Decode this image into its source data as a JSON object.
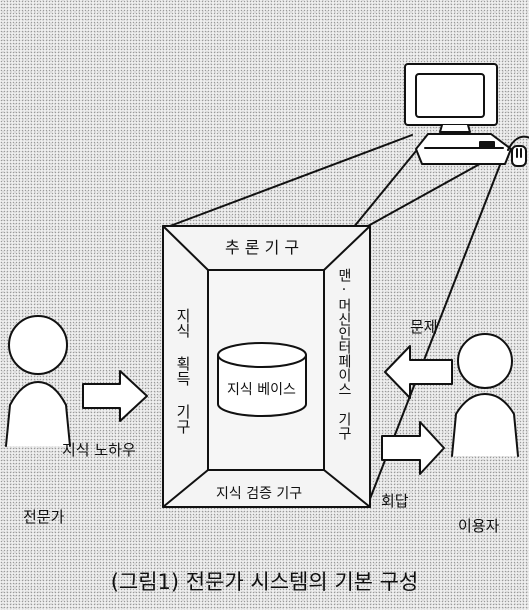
{
  "diagram": {
    "inference_engine": "추 론 기 구",
    "knowledge_acquisition": "지식 획득 기구",
    "knowledge_base": "지식 베이스",
    "knowledge_verification": "지식 검증 기구",
    "man_machine_interface": "맨·머신인터페이스 기구",
    "knowhow": "지식 노하우",
    "expert": "전문가",
    "question": "문제",
    "answer": "회답",
    "user": "이용자"
  },
  "caption": "(그림1) 전문가 시스템의 기본 구성"
}
